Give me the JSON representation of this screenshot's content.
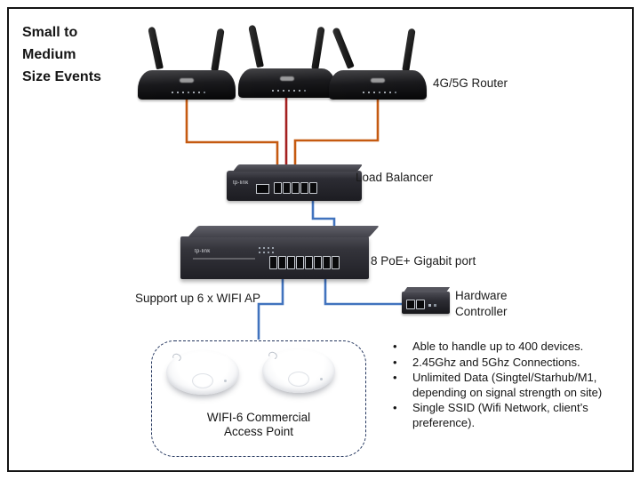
{
  "slide": {
    "title_lines": [
      "Small to",
      "Medium",
      "Size Events"
    ]
  },
  "labels": {
    "router": "4G/5G Router",
    "load_balancer": "Load Balancer",
    "poe_switch": "8 PoE+ Gigabit port",
    "wifi_ap_support": "Support up 6 x WIFI AP",
    "hardware_controller": [
      "Hardware",
      "Controller"
    ],
    "access_point": [
      "WIFI-6 Commercial",
      "Access Point"
    ]
  },
  "bullets": [
    "Able to handle up to 400 devices.",
    "2.45Ghz and 5Ghz Connections.",
    "Unlimited Data (Singtel/Starhub/M1, depending on signal strength on site)",
    "Single SSID (Wifi Network, client’s preference)."
  ],
  "devices": {
    "brand": "tp-link",
    "router_count": 3,
    "switch_port_count": 8,
    "access_point_count": 2
  },
  "colors": {
    "wan_link_orange": "#C55A11",
    "wan_link_red": "#A42020",
    "lan_link_blue": "#4173BE",
    "ap_group_border": "#24365E"
  }
}
